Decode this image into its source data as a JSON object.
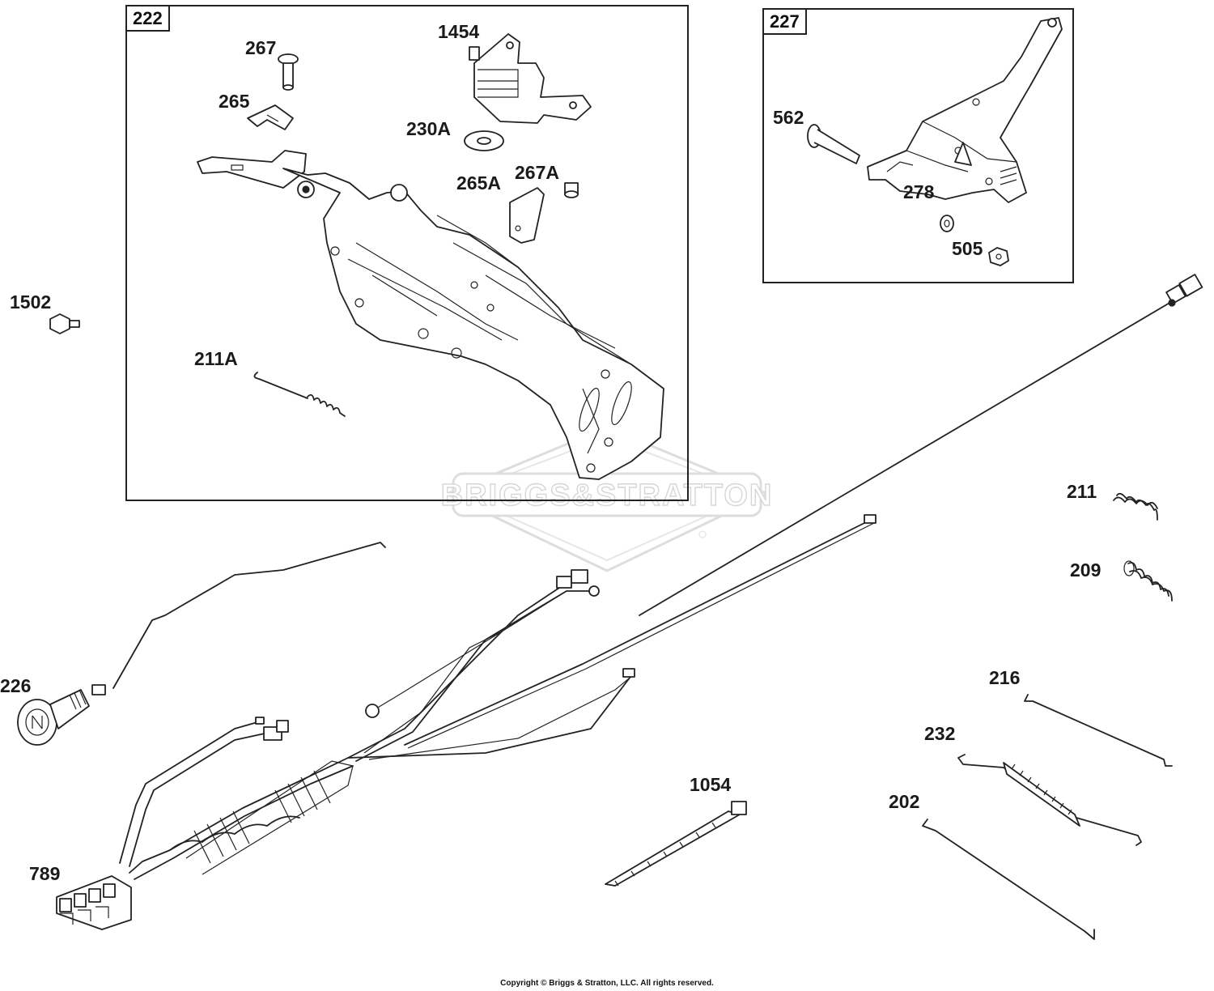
{
  "boxes": {
    "box_222": "222",
    "box_227": "227"
  },
  "parts": {
    "p267": "267",
    "p1454": "1454",
    "p265": "265",
    "p230A": "230A",
    "p267A": "267A",
    "p265A": "265A",
    "p211A": "211A",
    "p1502": "1502",
    "p562": "562",
    "p278": "278",
    "p505": "505",
    "p211": "211",
    "p209": "209",
    "p226": "226",
    "p216": "216",
    "p232": "232",
    "p1054": "1054",
    "p202": "202",
    "p789": "789"
  },
  "watermark": "BRIGGS&STRATTON",
  "copyright": "Copyright © Briggs & Stratton, LLC. All rights reserved.",
  "colors": {
    "line": "#222222",
    "watermark": "#dddddd",
    "background": "#ffffff"
  }
}
